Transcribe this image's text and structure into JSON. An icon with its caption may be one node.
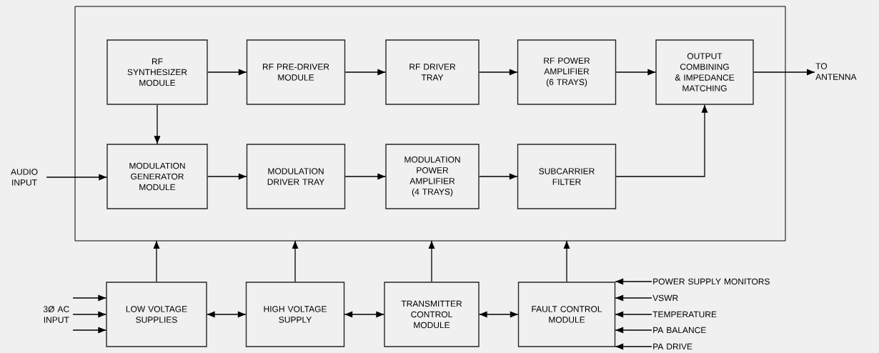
{
  "diagram": {
    "nodes": [
      {
        "text": [
          "RF SYNTHESIZER MODULE"
        ]
      },
      {
        "text": [
          "RF PRE-DRIVER MODULE"
        ]
      },
      {
        "text": [
          "RF DRIVER TRAY"
        ]
      },
      {
        "text": [
          "RF POWER AMPLIFIER (6 TRAYS)"
        ]
      },
      {
        "text": [
          "OUTPUT COMBINING & IMPEDANCE MATCHING"
        ]
      },
      {
        "text": [
          "TO ANTENNA"
        ]
      },
      {
        "text": [
          "AUDIO INPUT"
        ]
      },
      {
        "text": [
          "MODULATION GENERATOR MODULE"
        ]
      },
      {
        "text": [
          "MODULATION DRIVER TRAY"
        ]
      },
      {
        "text": [
          "MODULATION POWER AMPLIFIER (4 TRAYS)"
        ]
      },
      {
        "text": [
          "SUBCARRIER FILTER"
        ]
      },
      {
        "text": [
          "3Ø AC INPUT"
        ]
      },
      {
        "text": [
          "LOW VOLTAGE SUPPLIES"
        ]
      },
      {
        "text": [
          "HIGH VOLTAGE SUPPLY"
        ]
      },
      {
        "text": [
          "TRANSMITTER CONTROL MODULE"
        ]
      },
      {
        "text": [
          "FAULT CONTROL MODULE"
        ]
      },
      {
        "text": [
          "POWER SUPPLY MONITORS"
        ]
      },
      {
        "text": [
          "VSWR"
        ]
      },
      {
        "text": [
          "TEMPERATURE"
        ]
      },
      {
        "text": [
          "PA BALANCE"
        ]
      },
      {
        "text": [
          "PA DRIVE"
        ]
      }
    ],
    "edges": [
      {
        "from": 0,
        "to": 1,
        "arrow": "to"
      },
      {
        "from": 1,
        "to": 2,
        "arrow": "to"
      },
      {
        "from": 2,
        "to": 3,
        "arrow": "to"
      },
      {
        "from": 3,
        "to": 4,
        "arrow": "to"
      },
      {
        "from": 4,
        "to": 5,
        "arrow": "to"
      },
      {
        "from": 0,
        "to": 7,
        "arrow": "to"
      },
      {
        "from": 6,
        "to": 7,
        "arrow": "to"
      },
      {
        "from": 7,
        "to": 8,
        "arrow": "to"
      },
      {
        "from": 8,
        "to": 9,
        "arrow": "to"
      },
      {
        "from": 9,
        "to": 10,
        "arrow": "to"
      },
      {
        "from": 10,
        "to": 4,
        "arrow": "to"
      },
      {
        "from": 11,
        "to": 12,
        "arrow": "to"
      },
      {
        "from": 11,
        "to": 12,
        "arrow": "to"
      },
      {
        "from": 11,
        "to": 12,
        "arrow": "to"
      },
      {
        "from": 12,
        "to": 13,
        "arrow": "both"
      },
      {
        "from": 13,
        "to": 14,
        "arrow": "both"
      },
      {
        "from": 14,
        "to": 15,
        "arrow": "both"
      },
      {
        "from": 12,
        "to": null,
        "arrow": "to"
      },
      {
        "from": 13,
        "to": null,
        "arrow": "to"
      },
      {
        "from": 14,
        "to": null,
        "arrow": "to"
      },
      {
        "from": 15,
        "to": null,
        "arrow": "to"
      },
      {
        "from": 16,
        "to": 15,
        "arrow": "to"
      },
      {
        "from": 17,
        "to": 15,
        "arrow": "to"
      },
      {
        "from": 18,
        "to": 15,
        "arrow": "to"
      },
      {
        "from": 19,
        "to": 15,
        "arrow": "to"
      },
      {
        "from": 20,
        "to": 15,
        "arrow": "to"
      }
    ]
  }
}
